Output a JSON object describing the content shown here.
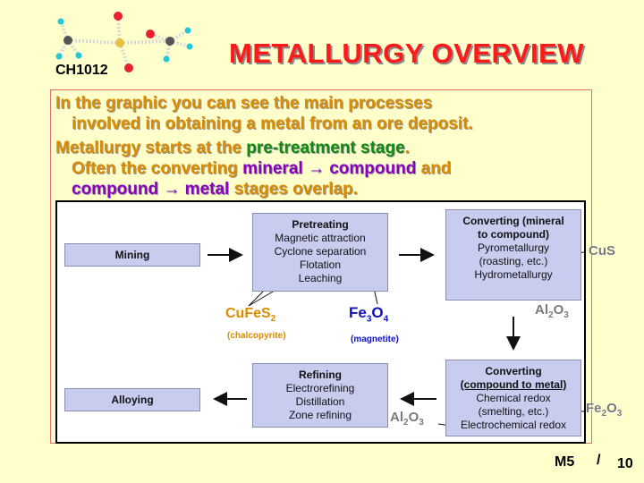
{
  "header": {
    "title": "METALLURGY OVERVIEW",
    "course_code": "CH1012",
    "logo_icon": "molecule-icon"
  },
  "intro": {
    "line1": "In the graphic you can see the main processes",
    "line2": "involved in obtaining a metal from an ore deposit.",
    "line3a": "Metallurgy starts at the ",
    "line3b": "pre-treatment stage",
    "line3c": ".",
    "line4a": "Often the converting ",
    "line4b": "mineral",
    "line4arrow": "→",
    "line4c": "compound",
    "line4d": " and",
    "line5a": "compound",
    "line5arrow": "→",
    "line5b": "metal",
    "line5c": " stages overlap."
  },
  "diagram": {
    "mining": "Mining",
    "pretreating": {
      "title": "Pretreating",
      "items": [
        "Magnetic attraction",
        "Cyclone separation",
        "Flotation",
        "Leaching"
      ]
    },
    "converting1": {
      "title1": "Converting (mineral",
      "title2": "to compound)",
      "items": [
        "Pyrometallurgy",
        "(roasting, etc.)",
        "Hydrometallurgy"
      ]
    },
    "converting2": {
      "title1": "Converting",
      "title2": "(compound to metal)",
      "items": [
        "Chemical redox",
        "(smelting, etc.)",
        "Electrochemical redox"
      ]
    },
    "refining": {
      "title": "Refining",
      "items": [
        "Electrorefining",
        "Distillation",
        "Zone refining"
      ]
    },
    "alloying": "Alloying"
  },
  "labels": {
    "cufes2": {
      "base": "CuFeS",
      "sub": "2",
      "note": "(chalcopyrite)"
    },
    "fe3o4": {
      "b1": "Fe",
      "s1": "3",
      "b2": "O",
      "s2": "4",
      "note": "(magnetite)"
    },
    "cus": "CuS",
    "al2o3_top": {
      "b1": "Al",
      "s1": "2",
      "b2": "O",
      "s2": "3"
    },
    "fe2o3": {
      "b1": "Fe",
      "s1": "2",
      "b2": "O",
      "s2": "3"
    },
    "al2o3_bottom": {
      "b1": "Al",
      "s1": "2",
      "b2": "O",
      "s2": "3"
    }
  },
  "footer": {
    "module": "M5",
    "separator": "/",
    "page": "10"
  },
  "colors": {
    "title_red": "#FF1A1A",
    "orange_text": "#D98C00",
    "green_text": "#108A10",
    "purple_text": "#8A00C0",
    "box_fill": "#C8CCEE",
    "background": "#FFFFCC"
  }
}
